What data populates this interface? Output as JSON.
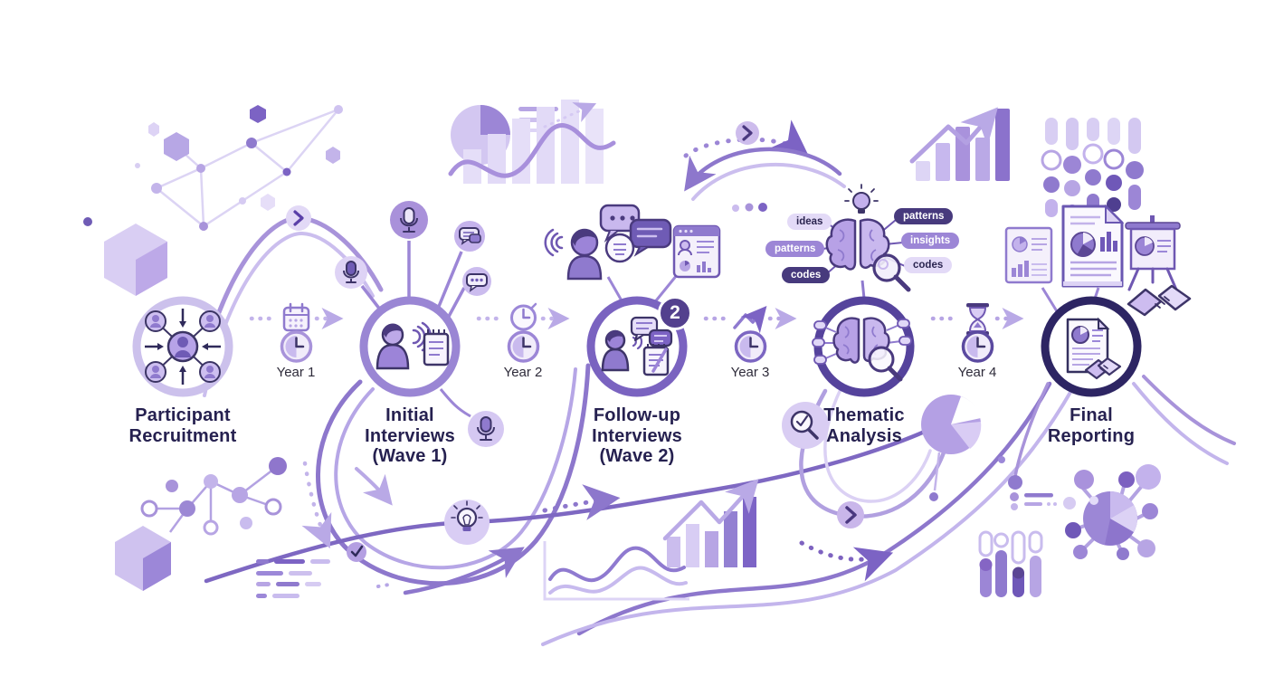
{
  "timeline": {
    "stages": [
      {
        "label": "Participant\nRecruitment",
        "icon": "participant-network-icon",
        "ring_color": "#ccc1ec"
      },
      {
        "label": "Initial\nInterviews\n(Wave 1)",
        "icon": "interview-speaking-icon",
        "ring_color": "#9a86d4"
      },
      {
        "label": "Follow-up\nInterviews\n(Wave 2)",
        "icon": "followup-chat-icon",
        "ring_color": "#7a63c0",
        "badge": "2"
      },
      {
        "label": "Thematic\nAnalysis",
        "icon": "brain-magnifier-icon",
        "ring_color": "#55439c"
      },
      {
        "label": "Final\nReporting",
        "icon": "report-handshake-icon",
        "ring_color": "#2d2563"
      }
    ],
    "year_markers": [
      {
        "label": "Year 1",
        "icon": "calendar-icon"
      },
      {
        "label": "Year 2",
        "icon": "clock-icon"
      },
      {
        "label": "Year 3",
        "icon": "trend-up-icon"
      },
      {
        "label": "Year 4",
        "icon": "hourglass-icon"
      }
    ]
  },
  "analysis_tags": {
    "left": [
      {
        "text": "ideas",
        "style": "light"
      },
      {
        "text": "patterns",
        "style": "medium"
      },
      {
        "text": "codes",
        "style": "dark"
      }
    ],
    "right": [
      {
        "text": "patterns",
        "style": "dark"
      },
      {
        "text": "insights",
        "style": "medium"
      },
      {
        "text": "codes",
        "style": "light"
      }
    ]
  },
  "colors": {
    "background": "#ffffff",
    "text_ink": "#262150",
    "timeline_start": "#ddd6f4",
    "timeline_end": "#2d2563",
    "accent_light": "#b7a5e4",
    "accent_mid": "#8f7ace",
    "accent_deep": "#6f58b2",
    "badge_bg": "#53408e",
    "pill_light_bg": "#e3daf7",
    "pill_medium_bg": "#9c86d6",
    "pill_dark_bg": "#473a7d"
  }
}
